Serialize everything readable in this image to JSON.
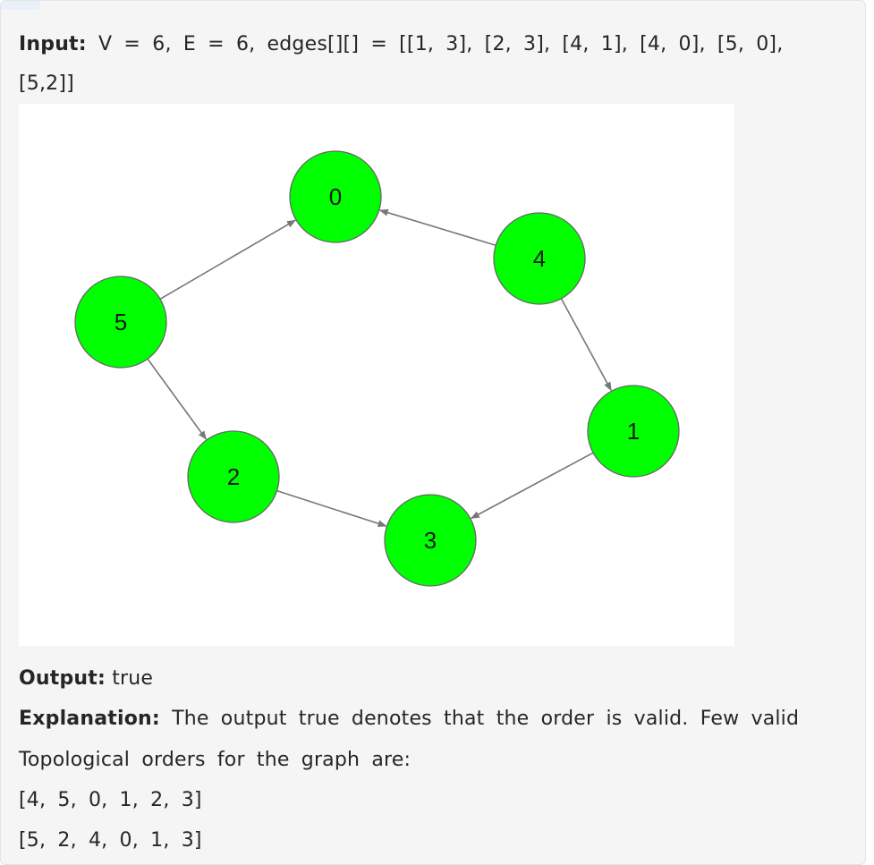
{
  "input": {
    "label": "Input:",
    "line1": " V = 6, E = 6, edges[][] = [[1, 3], [2, 3], [4, 1], [4, 0], [5, 0],",
    "line2": "[5,2]]"
  },
  "graph": {
    "node_color": "#00ff00",
    "node_border": "#666666",
    "edge_color": "#777777",
    "nodes": [
      {
        "id": "0",
        "label": "0"
      },
      {
        "id": "1",
        "label": "1"
      },
      {
        "id": "2",
        "label": "2"
      },
      {
        "id": "3",
        "label": "3"
      },
      {
        "id": "4",
        "label": "4"
      },
      {
        "id": "5",
        "label": "5"
      }
    ],
    "edges": [
      [
        "1",
        "3"
      ],
      [
        "2",
        "3"
      ],
      [
        "4",
        "1"
      ],
      [
        "4",
        "0"
      ],
      [
        "5",
        "0"
      ],
      [
        "5",
        "2"
      ]
    ]
  },
  "output": {
    "label": "Output:",
    "value": " true"
  },
  "explanation": {
    "label": "Explanation:",
    "line1": " The output true denotes that the order is valid. Few valid",
    "line2": "Topological orders for the graph are:"
  },
  "orders": [
    "[4, 5, 0, 1, 2, 3]",
    "[5, 2, 4, 0, 1, 3]"
  ]
}
